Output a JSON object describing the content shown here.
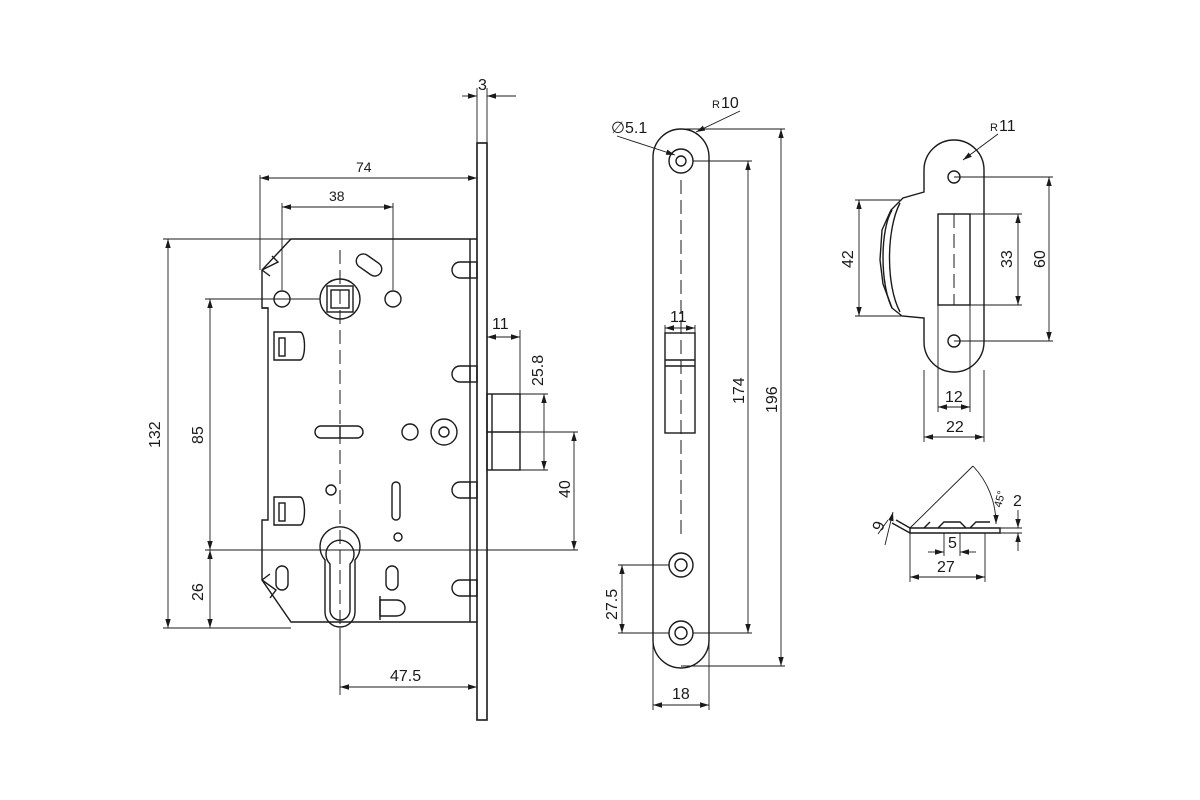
{
  "lock_body": {
    "dims": {
      "faceplate_thickness": "3",
      "backset_total": "74",
      "backset_square": "38",
      "height_total": "132",
      "square_to_cyl": "85",
      "cyl_to_bottom": "26",
      "cyl_backset": "47.5",
      "latch_projection": "11",
      "latch_height": "25.8",
      "latch_offset": "40"
    }
  },
  "faceplate": {
    "dims": {
      "hole_dia": "5.1",
      "hole_dia_symbol": "∅",
      "corner_radius": "10",
      "radius_symbol": "R",
      "bolt_width": "11",
      "hole_spacing": "174",
      "length": "196",
      "lower_holes": "27.5",
      "width": "18"
    }
  },
  "strike_plate": {
    "dims": {
      "radius": "11",
      "radius_symbol": "R",
      "lip_height": "42",
      "opening_height": "33",
      "length": "60",
      "opening_width": "12",
      "width": "22"
    }
  },
  "strike_section": {
    "dims": {
      "lip": "9",
      "angle": "45°",
      "thickness": "2",
      "slot": "5",
      "length": "27"
    }
  }
}
